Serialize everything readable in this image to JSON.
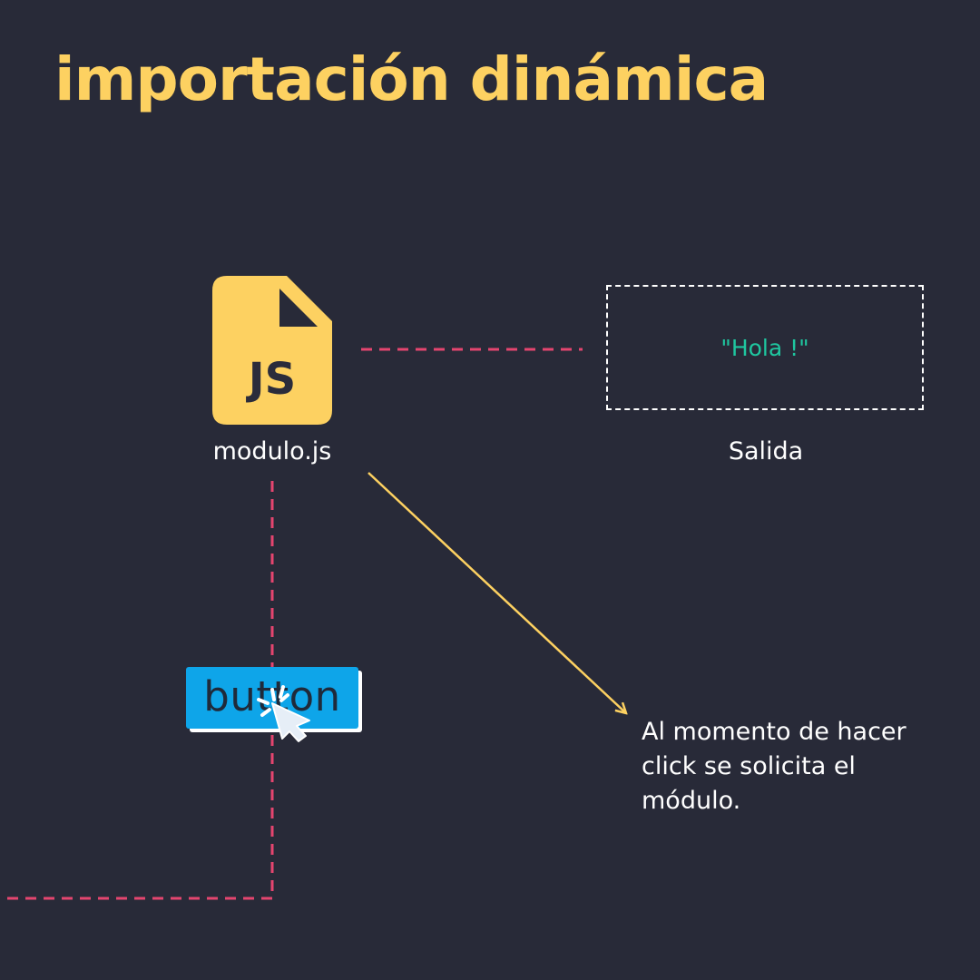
{
  "title": "importación dinámica",
  "file": {
    "name": "modulo.js",
    "badge": "JS",
    "icon": "js-file-icon"
  },
  "output": {
    "value": "\"Hola !\"",
    "label": "Salida"
  },
  "button": {
    "label": "button",
    "cursor_icon": "click-cursor-icon"
  },
  "note": "Al momento de hacer click se solicita el módulo.",
  "colors": {
    "background": "#282a38",
    "title": "#fdd161",
    "file_icon": "#fdd161",
    "file_badge_text": "#2b2c3b",
    "text": "#ffffff",
    "output_text": "#1fc7a0",
    "dashed_connector": "#e5456f",
    "arrow": "#fdd161",
    "button_fill": "#0ea5e9",
    "button_text": "#1f2a3a"
  }
}
